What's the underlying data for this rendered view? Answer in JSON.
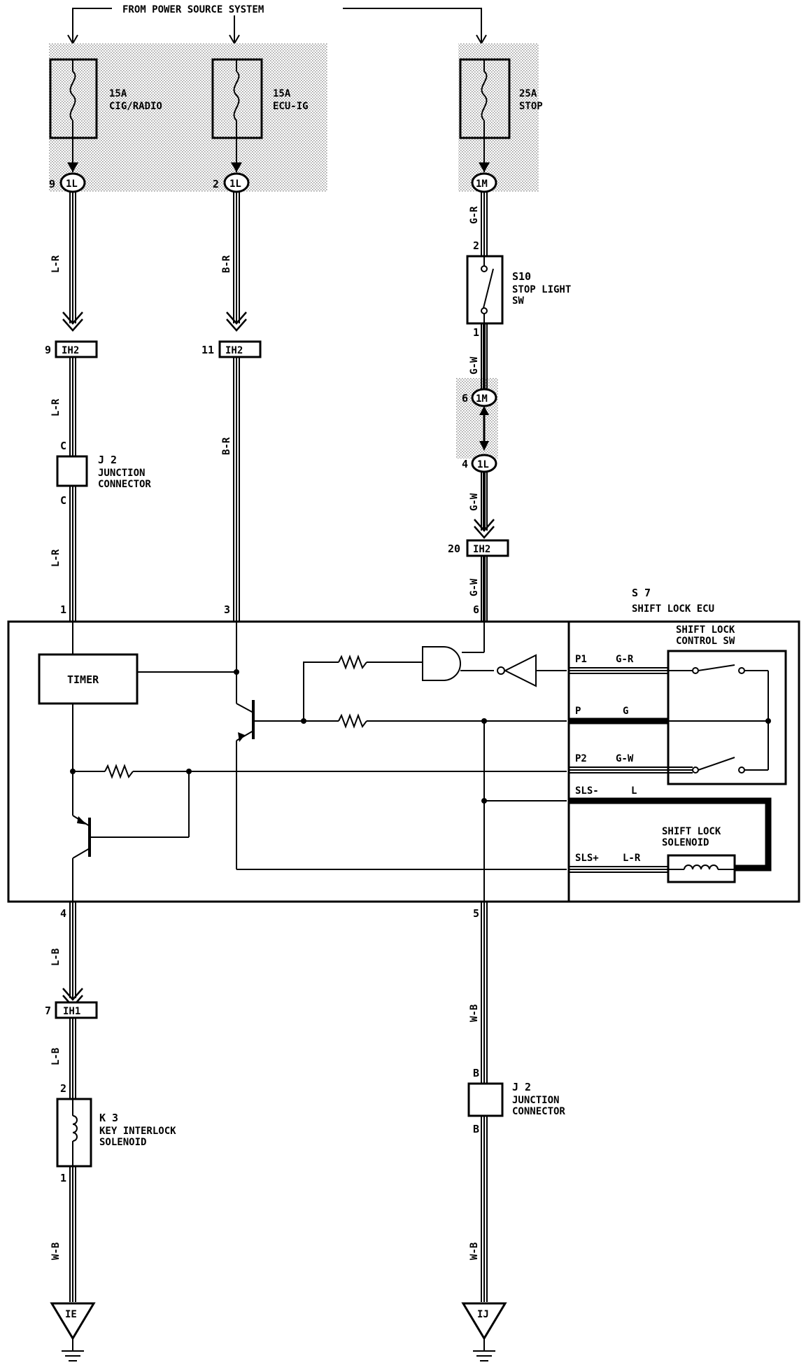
{
  "title": "FROM POWER SOURCE SYSTEM",
  "fuses": {
    "cig": {
      "amp": "15A",
      "name": "CIG/RADIO",
      "pin": "9",
      "conn": "1L"
    },
    "ecu": {
      "amp": "15A",
      "name": "ECU-IG",
      "pin": "2",
      "conn": "1L"
    },
    "stop": {
      "amp": "25A",
      "name": "STOP",
      "conn": "1M"
    }
  },
  "wires": {
    "lr": "L-R",
    "br": "B-R",
    "gr": "G-R",
    "gw": "G-W",
    "lb": "L-B",
    "wb": "W-B"
  },
  "connectors": {
    "ih2": "IH2",
    "ih1": "IH1",
    "c1m": "1M",
    "c1l": "1L"
  },
  "pins": {
    "p9": "9",
    "p11": "11",
    "p20": "20",
    "p2": "2",
    "p1": "1",
    "p6": "6",
    "p4": "4",
    "p3": "3",
    "p5": "5",
    "p7": "7",
    "c": "C",
    "b": "B"
  },
  "stop_switch": {
    "code": "S10",
    "line1": "STOP LIGHT",
    "line2": "SW"
  },
  "junction": {
    "code": "J 2",
    "line1": "JUNCTION",
    "line2": "CONNECTOR"
  },
  "ecu": {
    "code": "S 7",
    "name": "SHIFT LOCK ECU",
    "timer": "TIMER"
  },
  "control_sw": {
    "line1": "SHIFT LOCK",
    "line2": "CONTROL SW"
  },
  "solenoid": {
    "line1": "SHIFT LOCK",
    "line2": "SOLENOID"
  },
  "terminals": {
    "p1": "P1",
    "p": "P",
    "p2": "P2",
    "sls_minus": "SLS-",
    "sls_plus": "SLS+",
    "w_gr": "G-R",
    "w_g": "G",
    "w_gw": "G-W",
    "w_l": "L",
    "w_lr": "L-R"
  },
  "key_solenoid": {
    "code": "K 3",
    "line1": "KEY INTERLOCK",
    "line2": "SOLENOID"
  },
  "grounds": {
    "ie": "IE",
    "ij": "IJ"
  }
}
